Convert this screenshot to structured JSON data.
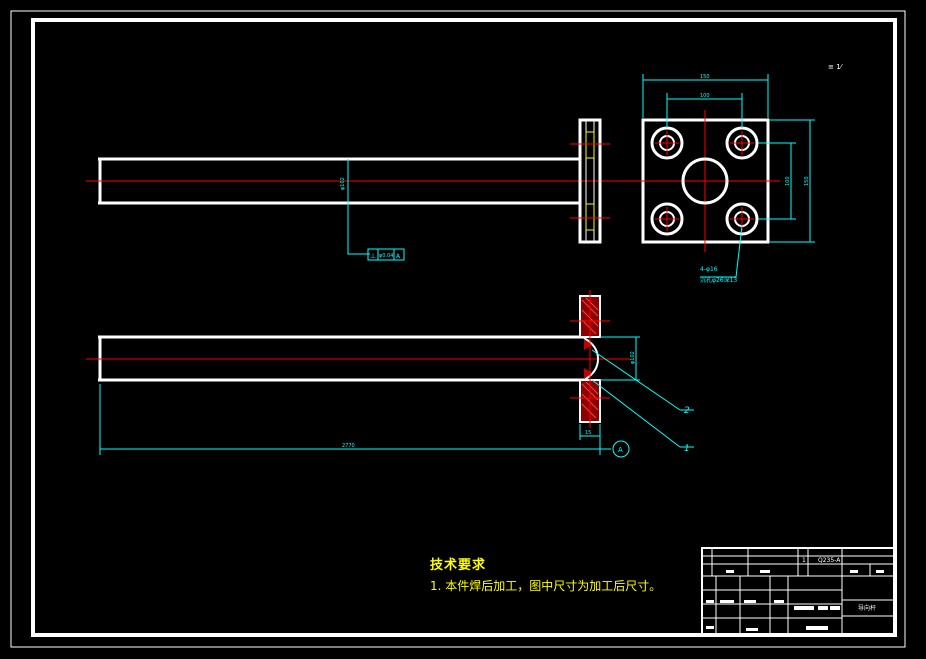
{
  "corner_mark": "≡ 1⁄",
  "dims": {
    "flange_width": "150",
    "bolt_spacing_h": "100",
    "bolt_spacing_v": "100",
    "flange_height": "150",
    "tube_dia_top": "φ102",
    "tube_dia_side": "φ102",
    "flange_thickness": "15",
    "overall_length": "2770",
    "hole_note_line1": "4-φ16",
    "hole_note_line2": "沉孔φ26深13"
  },
  "tolerance_frame": {
    "symbol": "⊥",
    "value": "φ0.04",
    "datum": "A"
  },
  "datum_label": "A",
  "balloons": [
    "2",
    "1"
  ],
  "tech_requirements": {
    "title": "技术要求",
    "item1": "1. 本件焊后加工，图中尺寸为加工后尺寸。"
  },
  "title_block": {
    "part_name": "导向杆",
    "material": "Q235-A",
    "qty_row": "1"
  },
  "colors": {
    "outline": "#ffffff",
    "dimension": "#00ffff",
    "centerline": "#ff0000",
    "annotation": "#ffff00",
    "hatch": "#c00000"
  }
}
